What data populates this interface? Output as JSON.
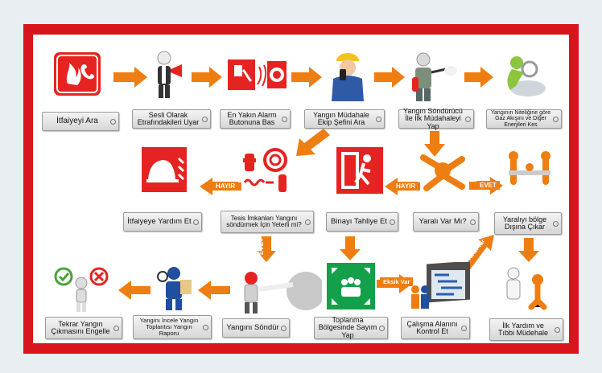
{
  "steps": {
    "s1": "İtfaiyeyi Ara",
    "s2": "Sesli Olarak Etrafındakileri Uyar",
    "s3": "En Yakın Alarm Butonuna Bas",
    "s4": "Yangın Müdahale Ekip Şefini Ara",
    "s5": "Yangın Söndürücü İle İlk Müdahaleyi Yap",
    "s6": "Yangının Niteliğine göre Gaz Akışını ve Diğer Enerjileri Kes",
    "s7": "İtfaiyeye Yardım Et",
    "s8": "Tesis İmkanları Yangını söndürmek İçin Yeterli mi?",
    "s9": "Binayı Tahliye Et",
    "s10": "Yaralı Var Mı?",
    "s11": "Yaralıyı bölge Dışına Çıkar",
    "s12": "Tekrar Yangın Çıkmasını Engelle",
    "s13": "Yangını İncele Yangın Toplantısı Yangın Raporu",
    "s14": "Yangını Söndür",
    "s15": "Toplanma Bölgesinde Sayım Yap",
    "s16": "Çalışma Alanını Kontrol Et",
    "s17": "İlk Yardım ve Tıbbi Müdehale"
  },
  "badges": {
    "hayir1": "HAYIR",
    "hayir2": "HAYIR",
    "evet1": "EVET",
    "evet2": "EVET",
    "eksik_var": "Eksik Var",
    "yarali_var": "Yaralı Var"
  },
  "colors": {
    "frame": "#d8141c",
    "arrow": "#ee7d12",
    "icon_red": "#e52421",
    "assembly_green": "#14a04a"
  }
}
